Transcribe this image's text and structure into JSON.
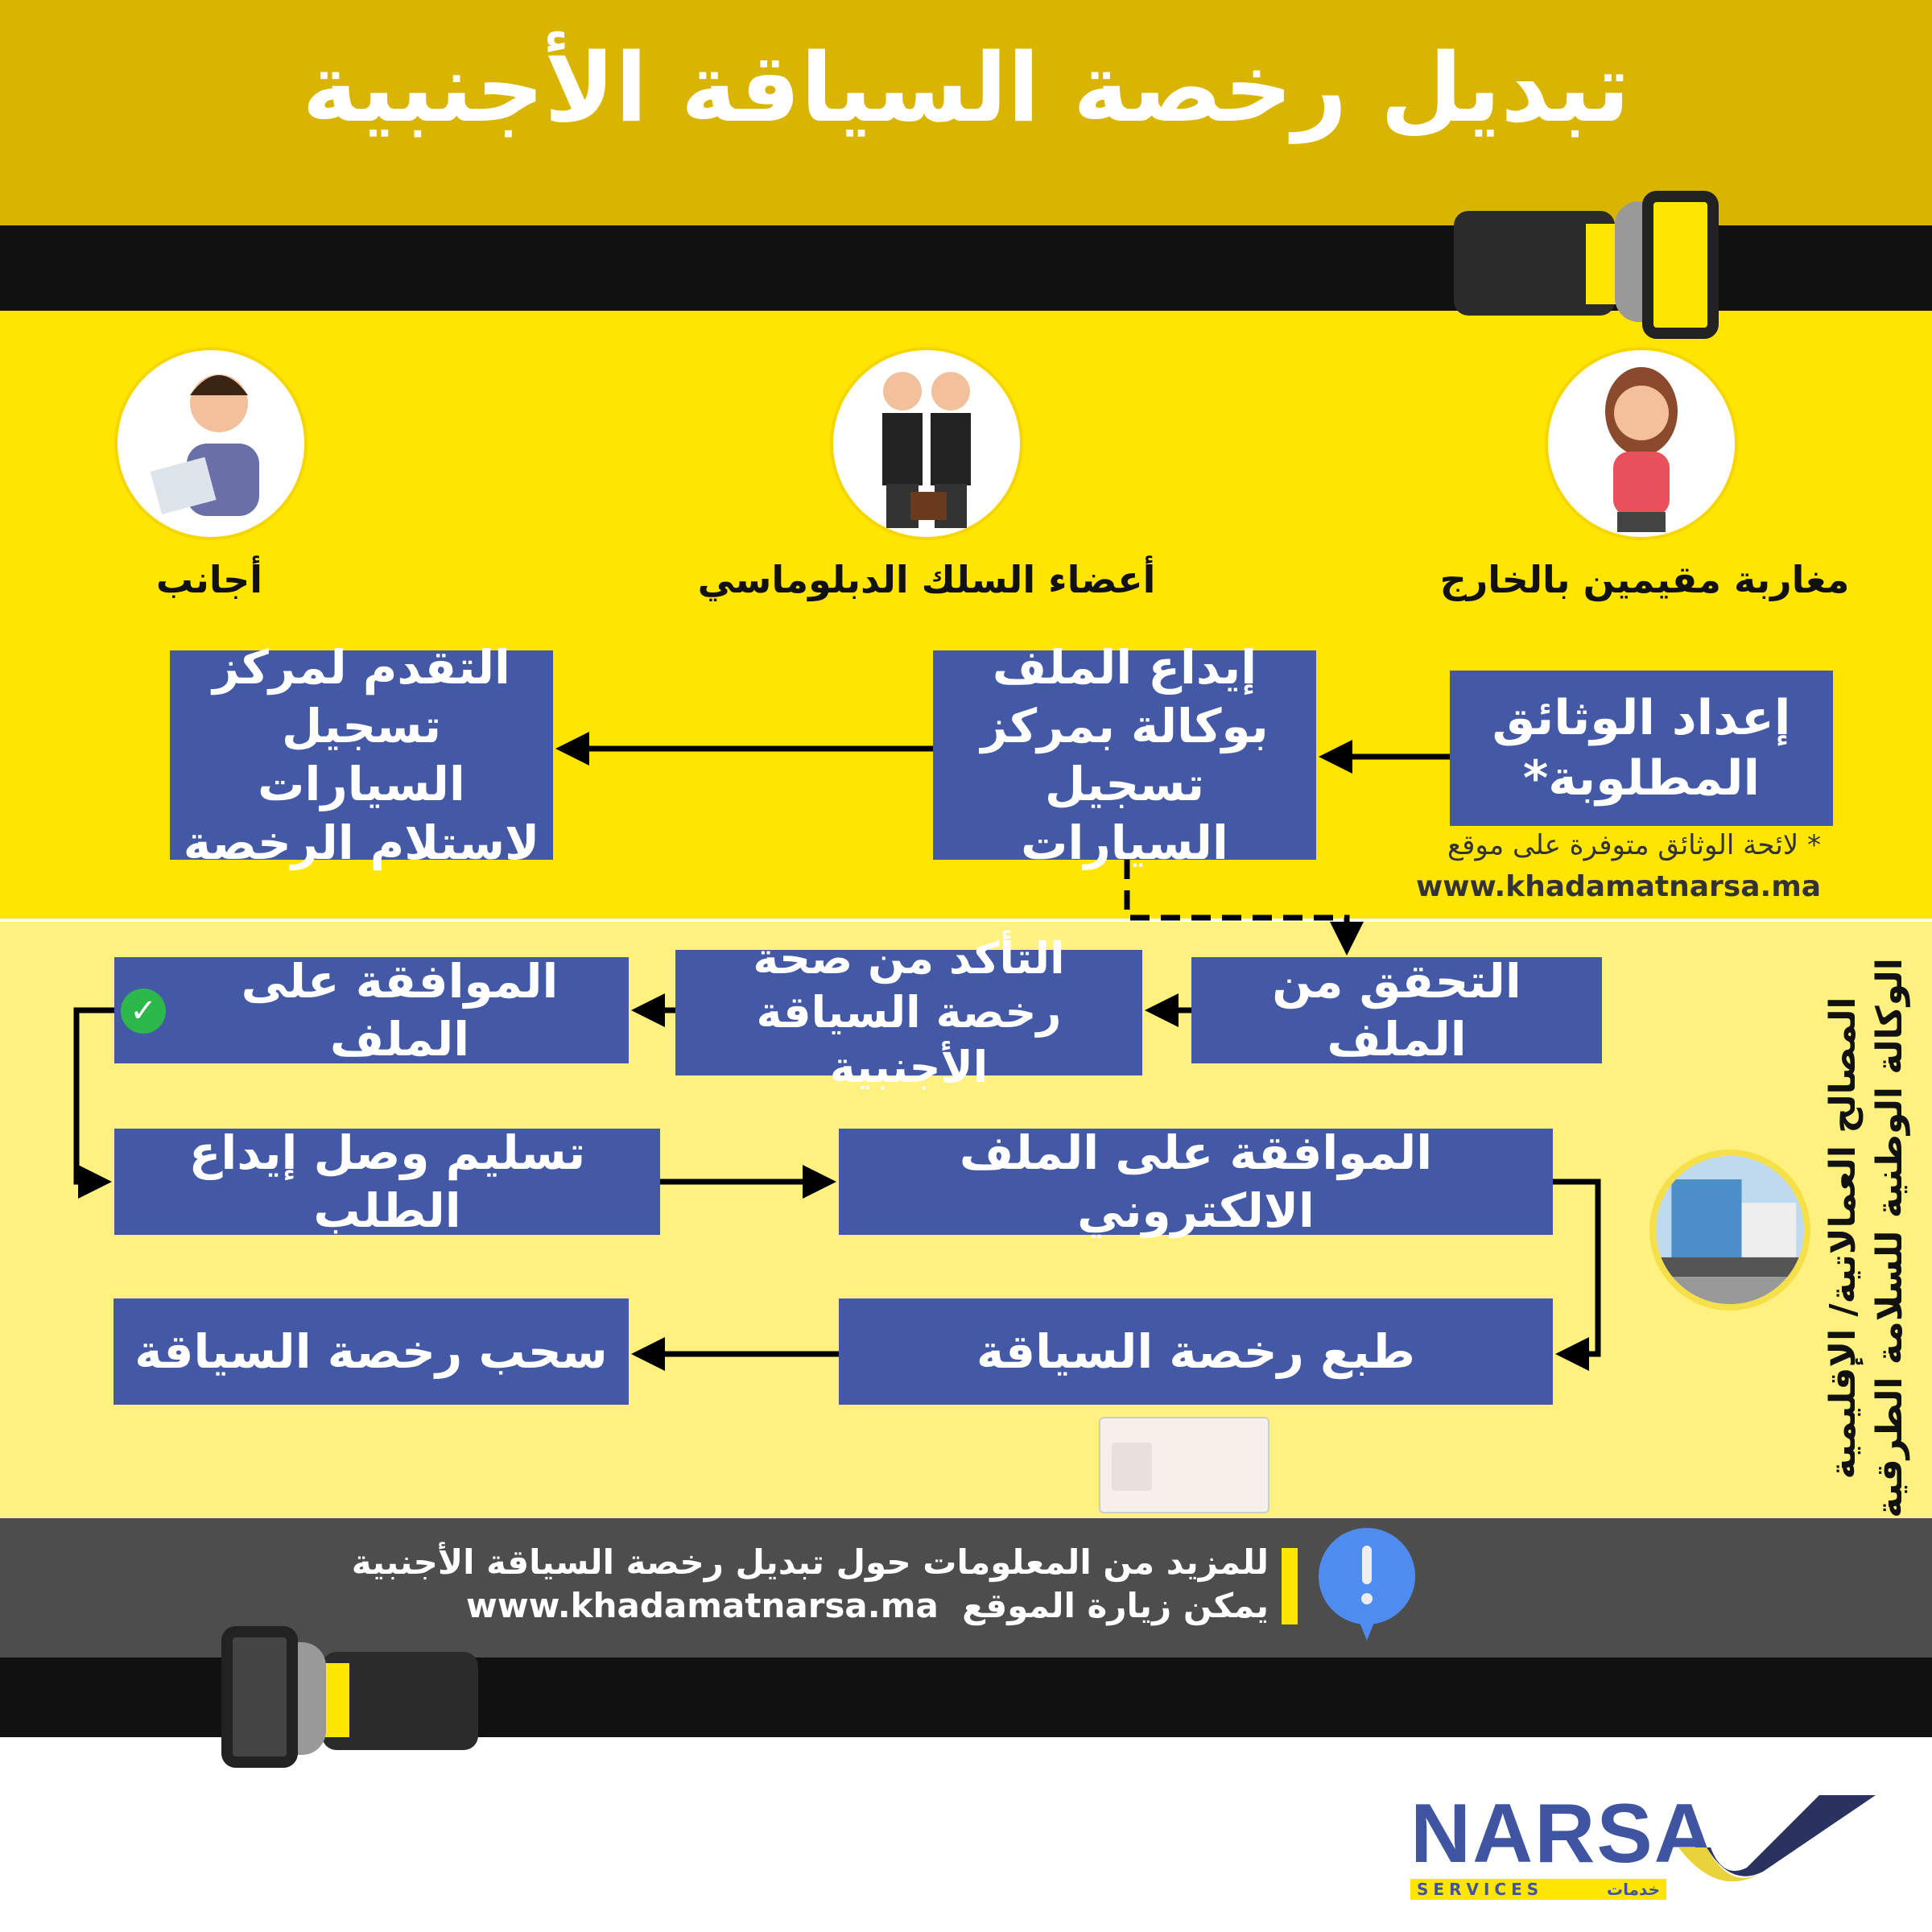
{
  "title": "تبديل رخصة السياقة الأجنبية",
  "audiences": [
    {
      "label": "مغاربة مقيمين بالخارج",
      "icon": "woman-icon"
    },
    {
      "label": "أعضاء السلك الدبلوماسي",
      "icon": "diplomats-icon"
    },
    {
      "label": "أجانب",
      "icon": "foreigner-icon"
    }
  ],
  "steps": {
    "prepare": "إعداد الوثائق المطلوبة*",
    "deposit": "إيداع الملف بوكالة بمركز تسجيل السيارات",
    "collect_center": "التقدم لمركز تسجيل السيارات لاستلام الرخصة",
    "verify": "التحقق من الملف",
    "check_validity": "التأكد من صحة رخصة السياقة الأجنبية",
    "approve": "الموافقة على الملف",
    "receipt": "تسليم وصل إيداع الطلب",
    "e_approve": "الموافقة على الملف الالكتروني",
    "print": "طبع رخصة السياقة",
    "withdraw": "سحب رخصة السياقة"
  },
  "note": {
    "text": "* لائحة الوثائق متوفرة على موقع",
    "url": "www.khadamatnarsa.ma"
  },
  "side_label": {
    "line1": "الوكالة الوطنية للسلامة الطرقية",
    "line2": "المصالح العمالاتية/ الإقليمية"
  },
  "footer": {
    "line1": "للمزيد من المعلومات حول تبديل رخصة السياقة الأجنبية",
    "line2": "يمكن زيارة الموقع",
    "url": "www.khadamatnarsa.ma"
  },
  "logo": {
    "name": "NARSA",
    "sub_en": "SERVICES",
    "sub_ar": "خدمات"
  },
  "colors": {
    "box": "#4459A5",
    "gold": "#D9B400",
    "yellow": "#FFE500",
    "light_yellow": "#FFF17F",
    "gray": "#4d4d4d"
  }
}
